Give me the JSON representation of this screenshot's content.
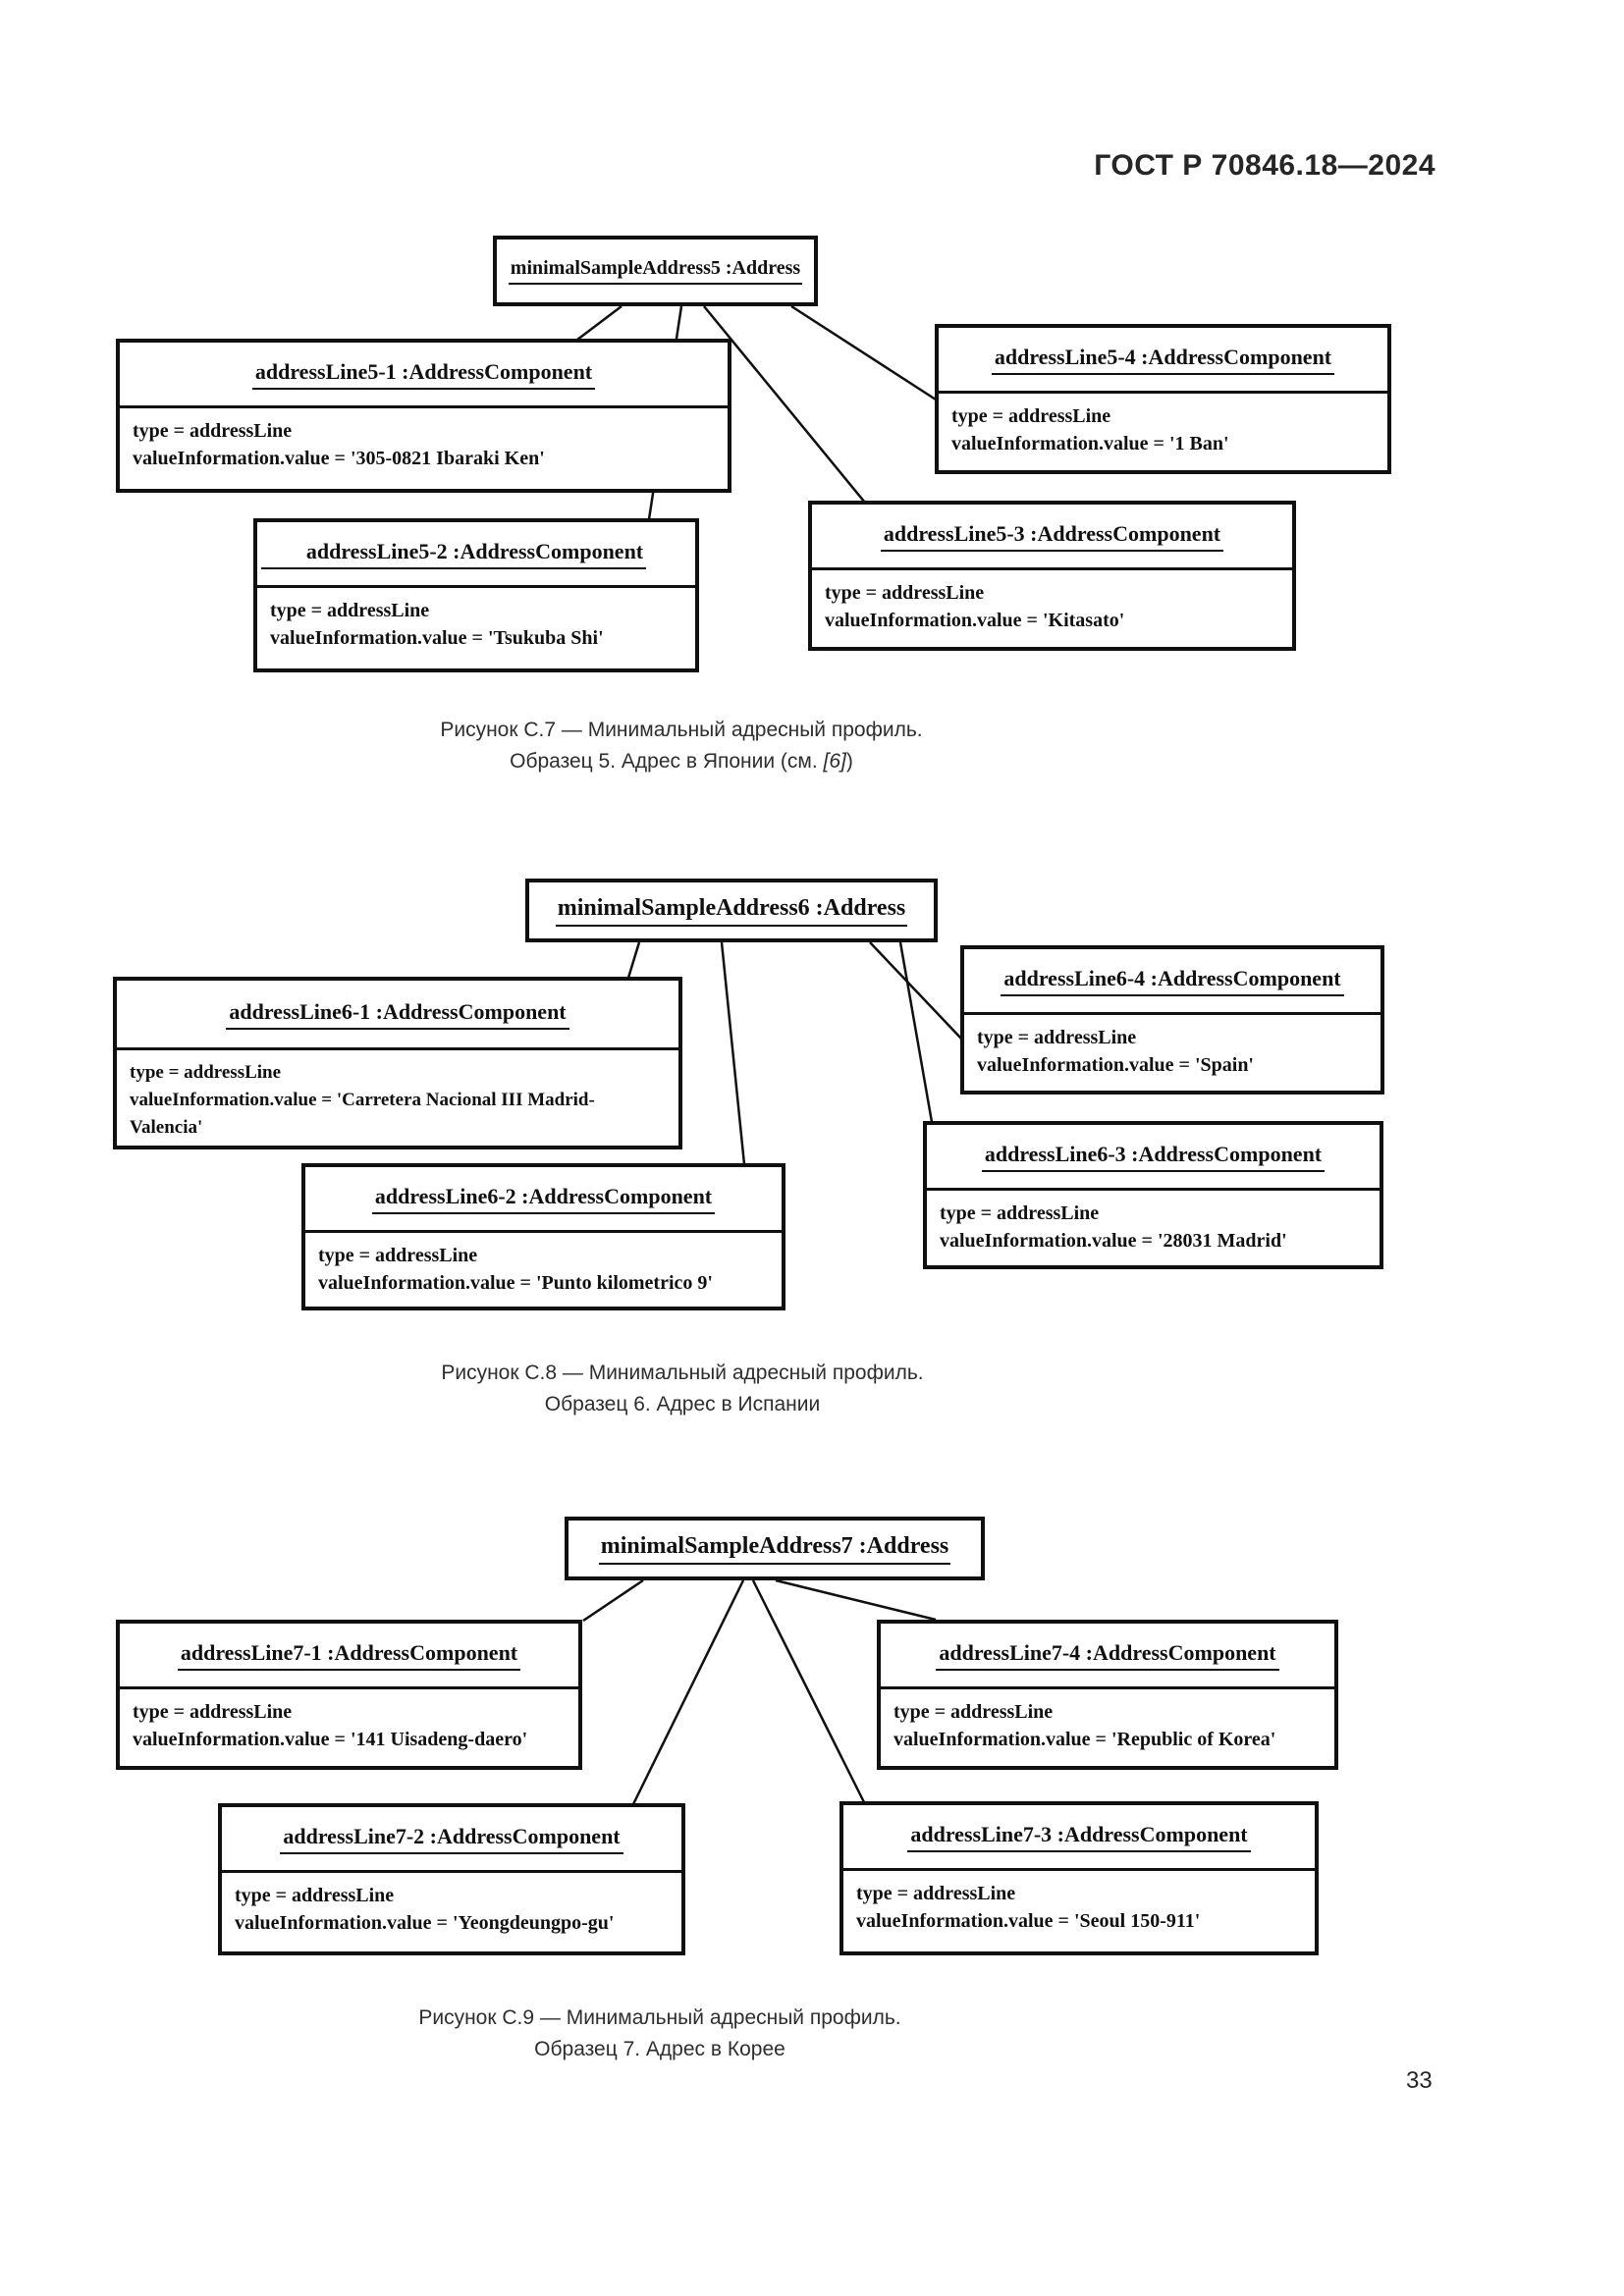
{
  "page": {
    "header": "ГОСТ Р 70846.18—2024",
    "page_number": "33"
  },
  "diagrams": [
    {
      "root": {
        "title": "minimalSampleAddress5 :Address"
      },
      "components": [
        {
          "title": "addressLine5-1 :AddressComponent",
          "lines": [
            "type = addressLine",
            "valueInformation.value = '305-0821 Ibaraki Ken'"
          ]
        },
        {
          "title": "addressLine5-2 :AddressComponent",
          "lines": [
            "type = addressLine",
            "valueInformation.value = 'Tsukuba Shi'"
          ]
        },
        {
          "title": "addressLine5-3 :AddressComponent",
          "lines": [
            "type = addressLine",
            "valueInformation.value = 'Kitasato'"
          ]
        },
        {
          "title": "addressLine5-4 :AddressComponent",
          "lines": [
            "type = addressLine",
            "valueInformation.value = '1 Ban'"
          ]
        }
      ],
      "caption_line1": "Рисунок С.7 — Минимальный адресный профиль.",
      "caption_line2_prefix": "Образец 5. Адрес в Японии (см. ",
      "caption_line2_ref": "[6]",
      "caption_line2_suffix": ")"
    },
    {
      "root": {
        "title": "minimalSampleAddress6 :Address"
      },
      "components": [
        {
          "title": "addressLine6-1 :AddressComponent",
          "lines": [
            "type = addressLine",
            "valueInformation.value = 'Carretera Nacional III Madrid-Valencia'"
          ]
        },
        {
          "title": "addressLine6-2 :AddressComponent",
          "lines": [
            "type = addressLine",
            "valueInformation.value = 'Punto kilometrico 9'"
          ]
        },
        {
          "title": "addressLine6-3 :AddressComponent",
          "lines": [
            "type = addressLine",
            "valueInformation.value = '28031 Madrid'"
          ]
        },
        {
          "title": "addressLine6-4 :AddressComponent",
          "lines": [
            "type = addressLine",
            "valueInformation.value = 'Spain'"
          ]
        }
      ],
      "caption_line1": "Рисунок С.8 — Минимальный адресный профиль.",
      "caption_line2": "Образец 6. Адрес в Испании"
    },
    {
      "root": {
        "title": "minimalSampleAddress7 :Address"
      },
      "components": [
        {
          "title": "addressLine7-1 :AddressComponent",
          "lines": [
            "type = addressLine",
            "valueInformation.value = '141 Uisadeng-daero'"
          ]
        },
        {
          "title": "addressLine7-2 :AddressComponent",
          "lines": [
            "type = addressLine",
            "valueInformation.value = 'Yeongdeungpo-gu'"
          ]
        },
        {
          "title": "addressLine7-3 :AddressComponent",
          "lines": [
            "type = addressLine",
            "valueInformation.value = 'Seoul 150-911'"
          ]
        },
        {
          "title": "addressLine7-4 :AddressComponent",
          "lines": [
            "type = addressLine",
            "valueInformation.value = 'Republic of Korea'"
          ]
        }
      ],
      "caption_line1": "Рисунок С.9 — Минимальный адресный профиль.",
      "caption_line2": "Образец 7. Адрес в Корее"
    }
  ]
}
